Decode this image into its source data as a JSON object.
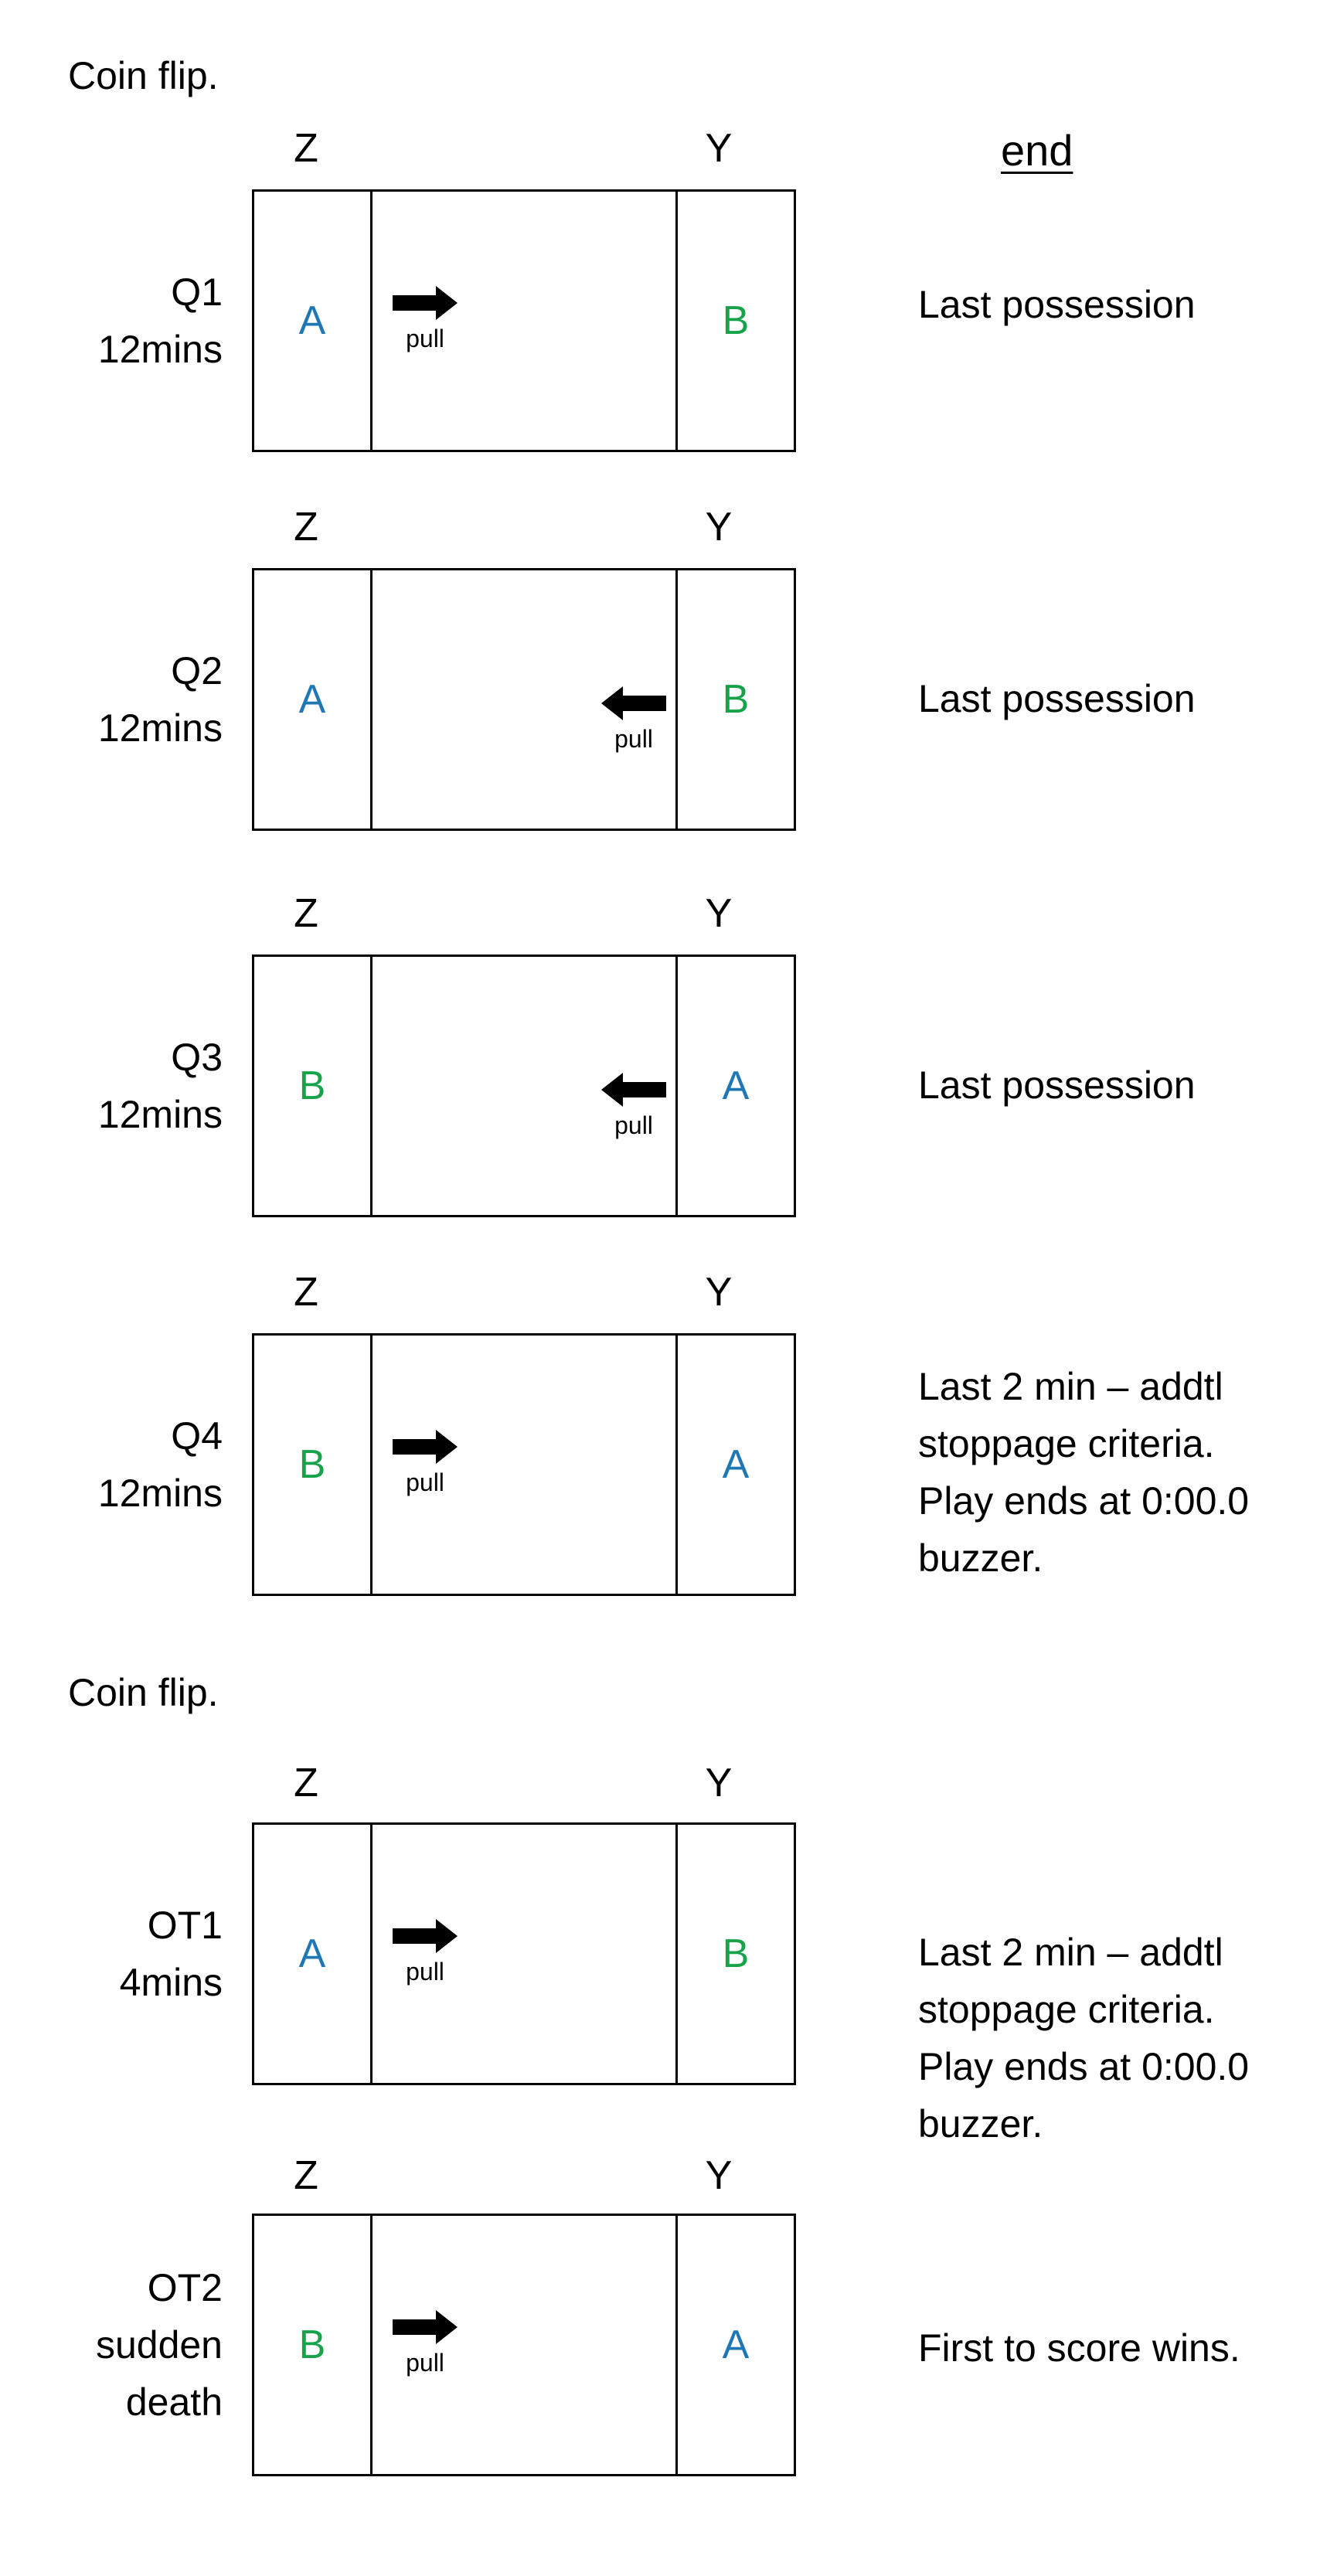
{
  "coin_flip_1": "Coin flip.",
  "coin_flip_2": "Coin flip.",
  "end_header": "end",
  "periods": [
    {
      "label": [
        "Q1",
        "12mins"
      ],
      "z": "Z",
      "y": "Y",
      "left_team": "A",
      "right_team": "B",
      "pull_label": "pull",
      "pull_direction": "right",
      "notes": [
        "Last possession"
      ]
    },
    {
      "label": [
        "Q2",
        "12mins"
      ],
      "z": "Z",
      "y": "Y",
      "left_team": "A",
      "right_team": "B",
      "pull_label": "pull",
      "pull_direction": "left",
      "notes": [
        "Last possession"
      ]
    },
    {
      "label": [
        "Q3",
        "12mins"
      ],
      "z": "Z",
      "y": "Y",
      "left_team": "B",
      "right_team": "A",
      "pull_label": "pull",
      "pull_direction": "left",
      "notes": [
        "Last possession"
      ]
    },
    {
      "label": [
        "Q4",
        "12mins"
      ],
      "z": "Z",
      "y": "Y",
      "left_team": "B",
      "right_team": "A",
      "pull_label": "pull",
      "pull_direction": "right",
      "notes": [
        "Last 2 min – addtl",
        "stoppage criteria.",
        "Play ends at 0:00.0",
        "buzzer."
      ]
    },
    {
      "label": [
        "OT1",
        "4mins"
      ],
      "z": "Z",
      "y": "Y",
      "left_team": "A",
      "right_team": "B",
      "pull_label": "pull",
      "pull_direction": "right",
      "notes": [
        "Last 2 min – addtl",
        "stoppage criteria.",
        "Play ends at 0:00.0",
        "buzzer."
      ]
    },
    {
      "label": [
        "OT2",
        "sudden",
        "death"
      ],
      "z": "Z",
      "y": "Y",
      "left_team": "B",
      "right_team": "A",
      "pull_label": "pull",
      "pull_direction": "right",
      "notes": [
        "First to score wins."
      ]
    }
  ],
  "colors": {
    "team_a": "#1f77b4",
    "team_b": "#16a34a"
  },
  "icons": {
    "pull_arrow": "block-arrow-icon"
  }
}
